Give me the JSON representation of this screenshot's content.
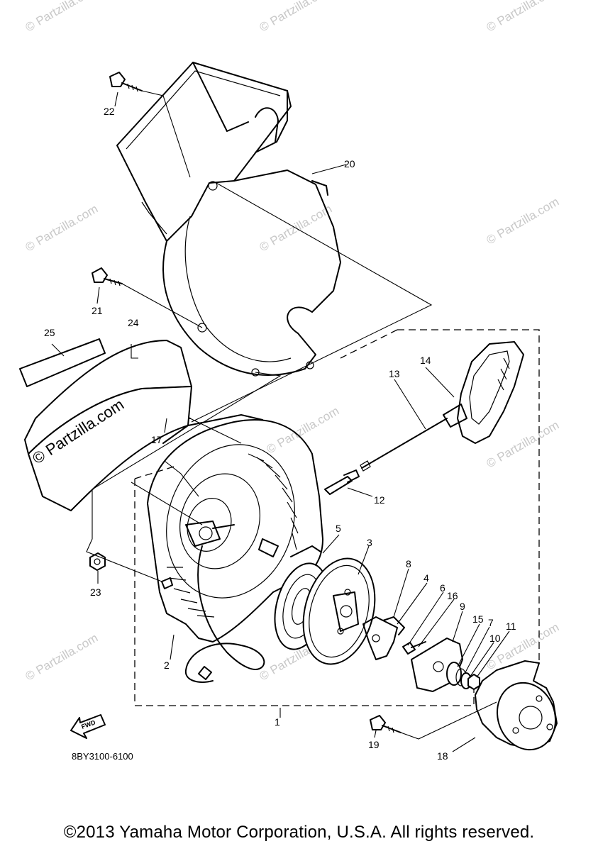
{
  "callouts": [
    "1",
    "2",
    "3",
    "4",
    "5",
    "6",
    "7",
    "8",
    "9",
    "10",
    "11",
    "12",
    "13",
    "14",
    "15",
    "16",
    "17",
    "18",
    "19",
    "20",
    "21",
    "22",
    "23",
    "24",
    "25"
  ],
  "fwd_label": "FWD",
  "diagram_code": "8BY3100-6100",
  "watermark": "© Partzilla.com",
  "copyright": "©2013 Yamaha Motor Corporation, U.S.A. All rights reserved."
}
